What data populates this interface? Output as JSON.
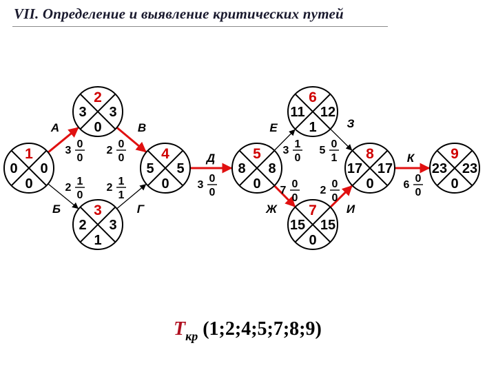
{
  "title": "VII. Определение и выявление критических путей",
  "critical_path": {
    "symbol": "T",
    "subscript": "кр",
    "value": "(1;2;4;5;7;8;9)"
  },
  "colors": {
    "critical": "#e01010",
    "node_id": "#d00000"
  },
  "nodes": [
    {
      "id": "1",
      "left": "0",
      "right": "0",
      "bottom": "0"
    },
    {
      "id": "2",
      "left": "3",
      "right": "3",
      "bottom": "0"
    },
    {
      "id": "3",
      "left": "2",
      "right": "3",
      "bottom": "1"
    },
    {
      "id": "4",
      "left": "5",
      "right": "5",
      "bottom": "0"
    },
    {
      "id": "5",
      "left": "8",
      "right": "8",
      "bottom": "0"
    },
    {
      "id": "6",
      "left": "11",
      "right": "12",
      "bottom": "1"
    },
    {
      "id": "7",
      "left": "15",
      "right": "15",
      "bottom": "0"
    },
    {
      "id": "8",
      "left": "17",
      "right": "17",
      "bottom": "0"
    },
    {
      "id": "9",
      "left": "23",
      "right": "23",
      "bottom": "0"
    }
  ],
  "edges": [
    {
      "label": "А",
      "duration": "3",
      "top": "0",
      "bottom": "0",
      "critical": true
    },
    {
      "label": "Б",
      "duration": "2",
      "top": "1",
      "bottom": "0",
      "critical": false
    },
    {
      "label": "В",
      "duration": "2",
      "top": "0",
      "bottom": "0",
      "critical": true
    },
    {
      "label": "Г",
      "duration": "2",
      "top": "1",
      "bottom": "1",
      "critical": false
    },
    {
      "label": "Д",
      "duration": "3",
      "top": "0",
      "bottom": "0",
      "critical": true
    },
    {
      "label": "Е",
      "duration": "3",
      "top": "1",
      "bottom": "0",
      "critical": false
    },
    {
      "label": "Ж",
      "duration": "7",
      "top": "0",
      "bottom": "0",
      "critical": true
    },
    {
      "label": "З",
      "duration": "5",
      "top": "0",
      "bottom": "1",
      "critical": false
    },
    {
      "label": "И",
      "duration": "2",
      "top": "0",
      "bottom": "0",
      "critical": true
    },
    {
      "label": "К",
      "duration": "6",
      "top": "0",
      "bottom": "0",
      "critical": true
    }
  ]
}
